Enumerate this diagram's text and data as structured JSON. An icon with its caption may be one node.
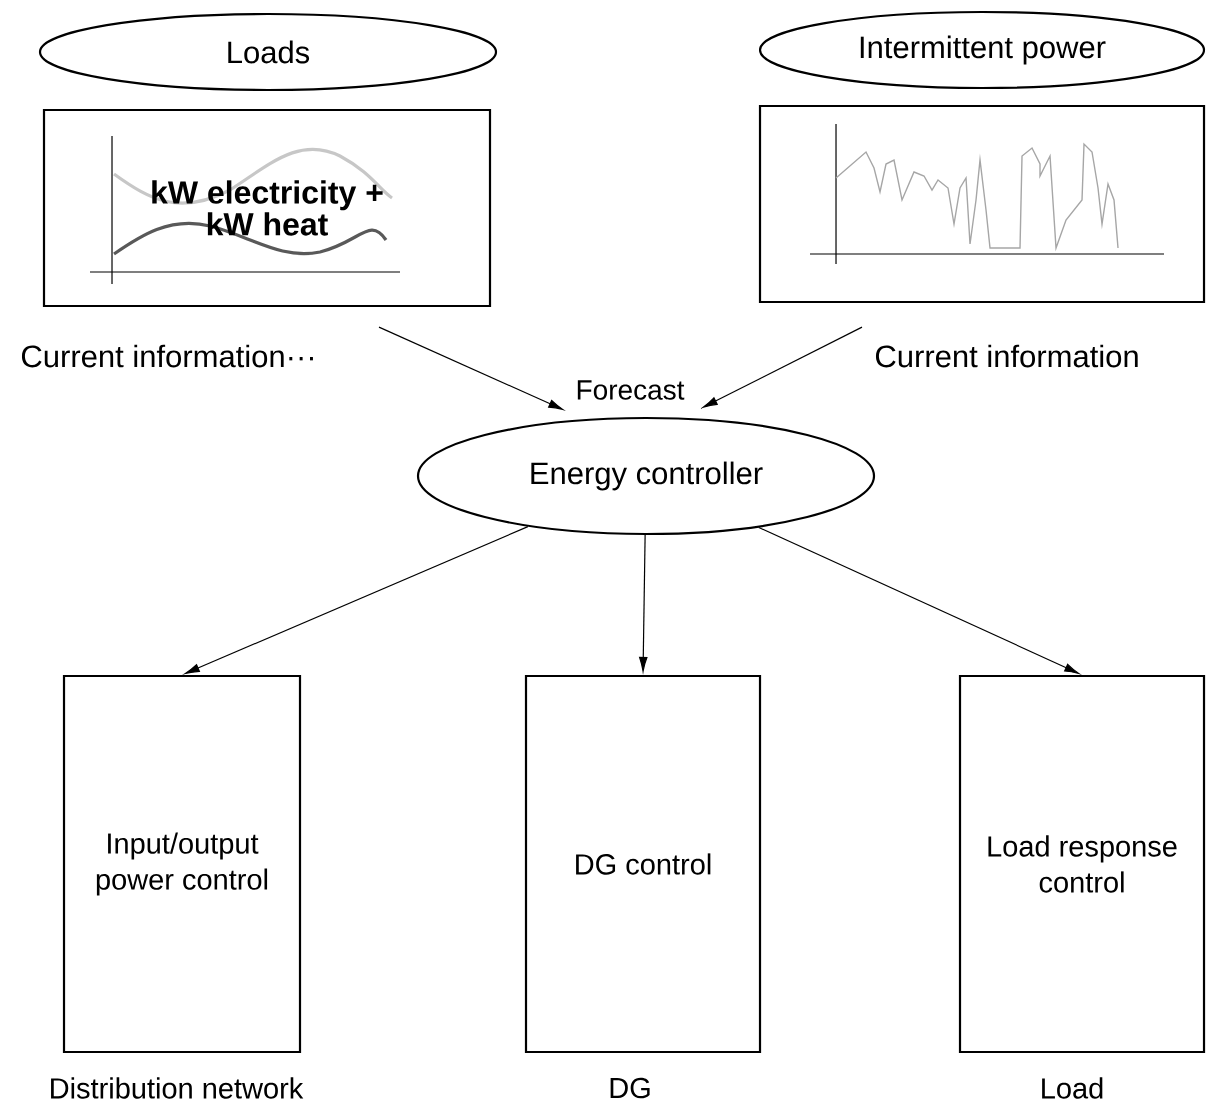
{
  "diagram": {
    "nodes": [
      {
        "text": [
          "Loads"
        ]
      },
      {
        "text": [
          "Intermittent power"
        ]
      },
      {
        "text": [
          "kW electricity + kW heat"
        ],
        "beside": [
          "Current information···"
        ]
      },
      {
        "text": [],
        "shape": "picture",
        "beside": [
          "Current information"
        ]
      },
      {
        "text": [
          "Energy controller"
        ],
        "beside": [
          "Forecast"
        ]
      },
      {
        "text": [
          "Input/output power control"
        ],
        "beside": [
          "Distribution network"
        ]
      },
      {
        "text": [
          "DG control"
        ],
        "beside": [
          "DG"
        ]
      },
      {
        "text": [
          "Load response control"
        ],
        "beside": [
          "Load"
        ]
      }
    ],
    "edges": [
      {
        "from": 2,
        "to": 4,
        "arrow": "to"
      },
      {
        "from": 3,
        "to": 4,
        "arrow": "to"
      },
      {
        "from": 4,
        "to": 5,
        "arrow": "to"
      },
      {
        "from": 4,
        "to": 6,
        "arrow": "to"
      },
      {
        "from": 4,
        "to": 7,
        "arrow": "to"
      }
    ]
  }
}
